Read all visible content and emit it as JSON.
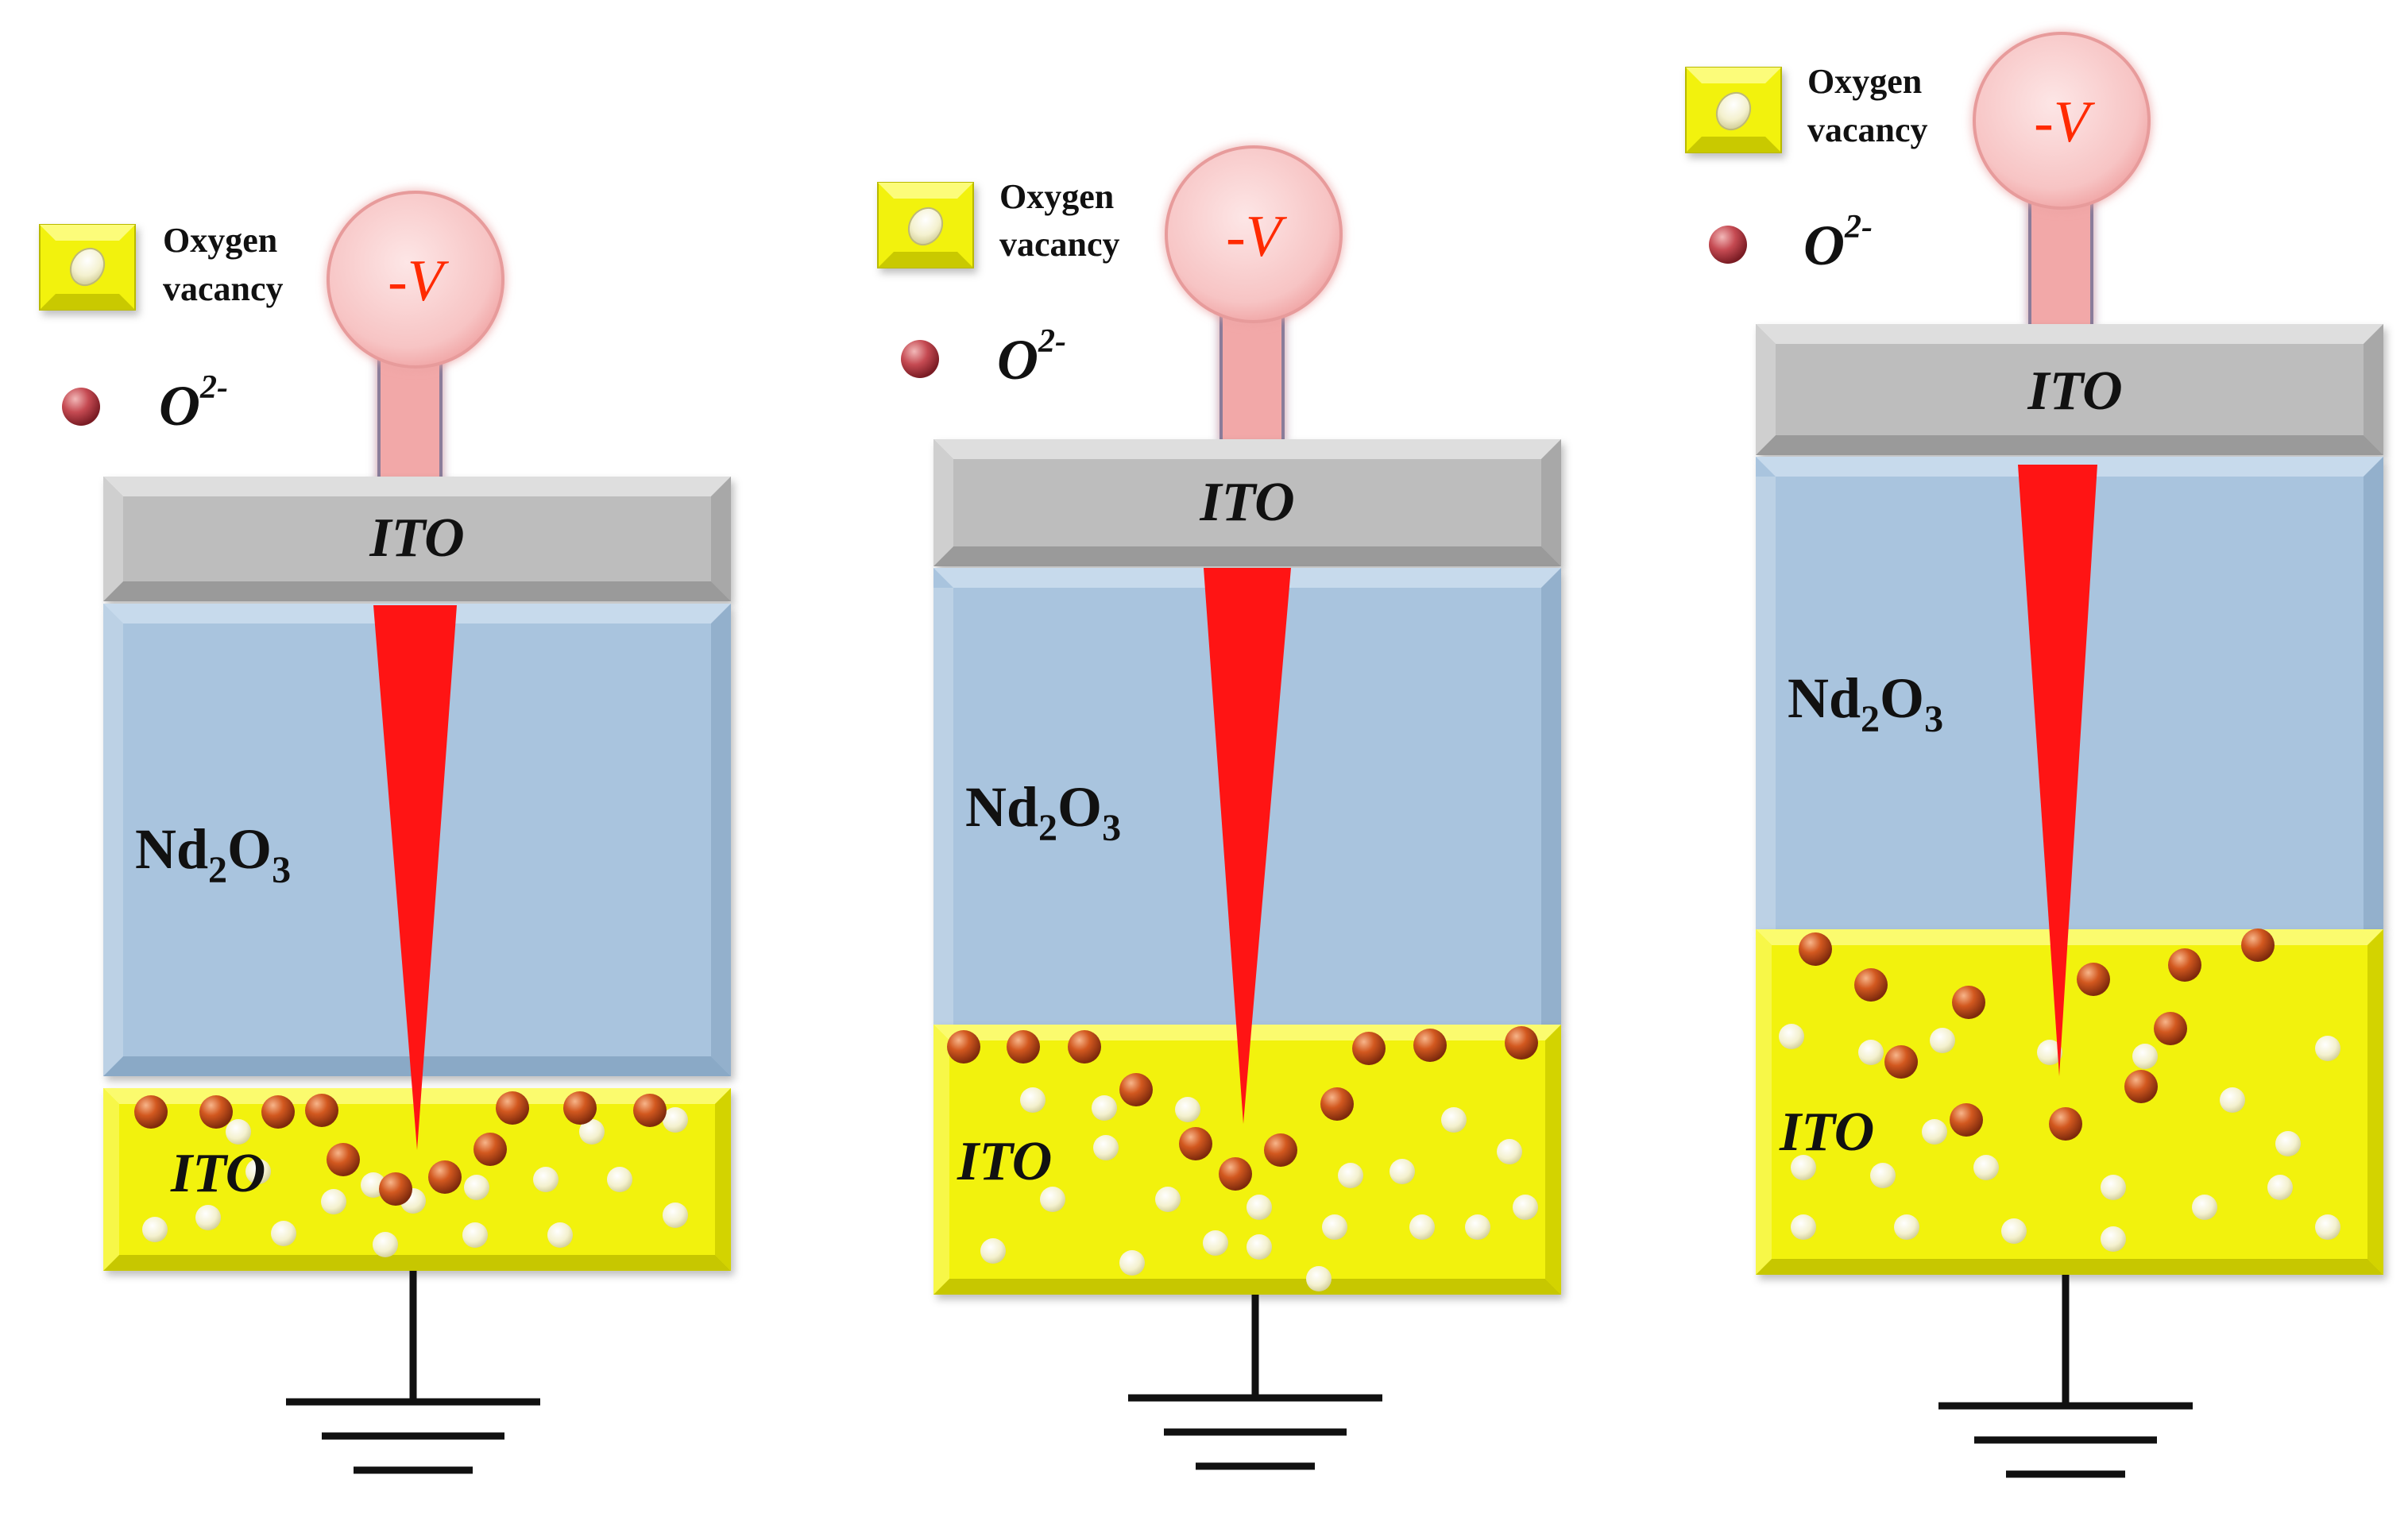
{
  "colors": {
    "ito_top": "#bdbdbd",
    "oxide": "#a9c4de",
    "ito_bottom": "#f2f20a",
    "filament": "#ff1414",
    "ion": "#c84a1e",
    "vacancy": "#f3f0c8",
    "voltage_circle": "#f9caca",
    "ground": "#111111"
  },
  "panels": [
    {
      "top_electrode": "ITO",
      "switching_layer_main": "Nd",
      "switching_layer_sub1": "2",
      "switching_layer_mid": "O",
      "switching_layer_sub2": "3",
      "bottom_electrode": "ITO",
      "voltage": "-V",
      "legend_vacancy_line1": "Oxygen",
      "legend_vacancy_line2": "vacancy",
      "legend_ion_base": "O",
      "legend_ion_sup": "2-"
    },
    {
      "top_electrode": "ITO",
      "switching_layer_main": "Nd",
      "switching_layer_sub1": "2",
      "switching_layer_mid": "O",
      "switching_layer_sub2": "3",
      "bottom_electrode": "ITO",
      "voltage": "-V",
      "legend_vacancy_line1": "Oxygen",
      "legend_vacancy_line2": "vacancy",
      "legend_ion_base": "O",
      "legend_ion_sup": "2-"
    },
    {
      "top_electrode": "ITO",
      "switching_layer_main": "Nd",
      "switching_layer_sub1": "2",
      "switching_layer_mid": "O",
      "switching_layer_sub2": "3",
      "bottom_electrode": "ITO",
      "voltage": "-V",
      "legend_vacancy_line1": "Oxygen",
      "legend_vacancy_line2": "vacancy",
      "legend_ion_base": "O",
      "legend_ion_sup": "2-"
    }
  ]
}
